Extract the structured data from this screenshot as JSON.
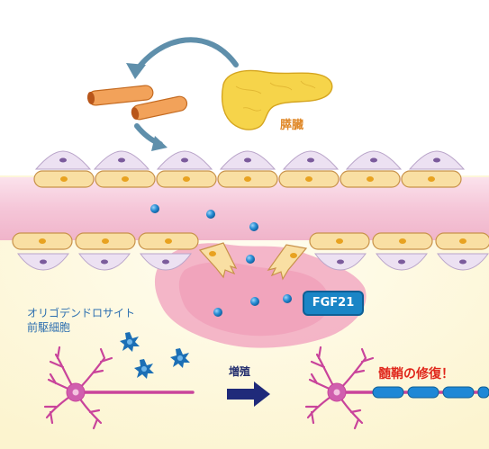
{
  "labels": {
    "pancreas": "膵臓",
    "opc_line1": "オリゴデンドロサイト",
    "opc_line2": "前駆細胞",
    "fgf21": "FGF21",
    "proliferation": "増殖",
    "myelin_repair": "髄鞘の修復！"
  },
  "colors": {
    "blood_vessel": "#f5c6d8",
    "spinal_tissue": "#fdf8d8",
    "lesion": "#f2a9c2",
    "endothelial_cell": "#f9dfa3",
    "pericyte": "#e8dcee",
    "fgf21_dot": "#1f83c9",
    "fgf21_badge": "#1a85c6",
    "neuron": "#c9449b",
    "opc": "#1c6fb5",
    "myelin": "#1e88d6",
    "arrow_main": "#5f8fab",
    "arrow_prolif": "#1f2a7a",
    "pancreas": "#f6d44a",
    "pancreas_label": "#e0892a",
    "repair_label": "#e0261b"
  },
  "icons": {
    "pancreas": "pancreas-organ-icon",
    "tube": "blood-vessel-segment-icon",
    "opc": "opc-star-icon"
  }
}
